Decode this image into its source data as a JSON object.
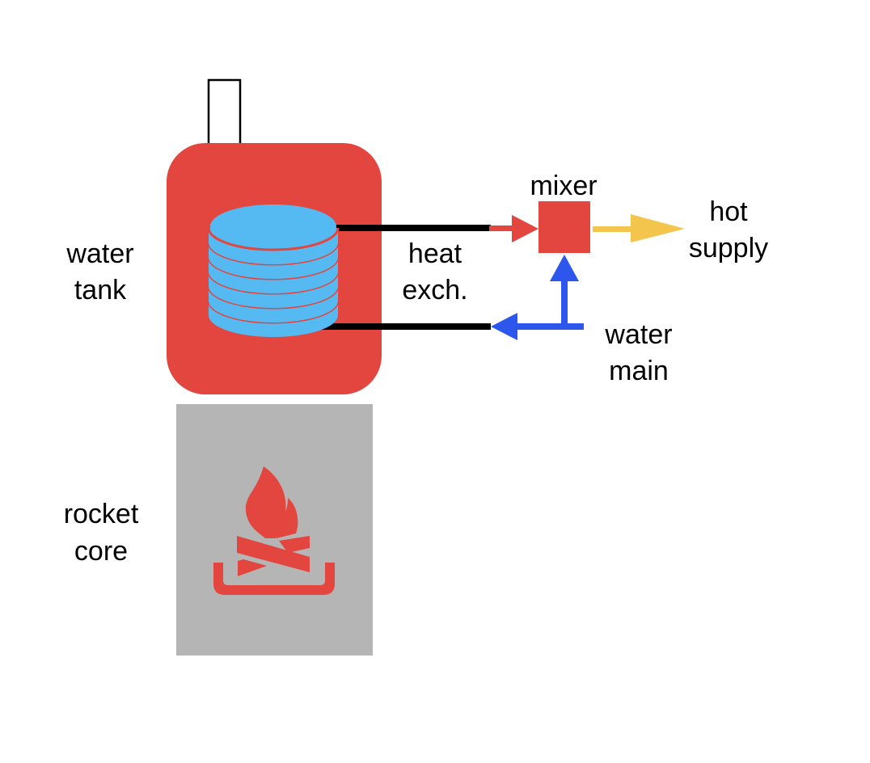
{
  "diagram": {
    "type": "rocket stove water heater schematic",
    "colors": {
      "tank": "#E3463E",
      "coil": "#55B9F2",
      "core": "#B5B5B5",
      "fire": "#E3463E",
      "hot_line": "#E3463E",
      "cold_line": "#2D57EC",
      "supply_line": "#F4C54C",
      "pipe": "#000000",
      "mixer": "#E3463E"
    },
    "labels": {
      "water_tank": [
        "water",
        "tank"
      ],
      "heat_exchanger": [
        "heat",
        "exch."
      ],
      "mixer": "mixer",
      "hot_supply": [
        "hot",
        "supply"
      ],
      "water_main": [
        "water",
        "main"
      ],
      "rocket_core": [
        "rocket",
        "core"
      ]
    },
    "icons": {
      "fire": "campfire-icon",
      "coil": "coil-stack-icon",
      "chimney": "chimney-icon"
    },
    "coil_turns": 6
  }
}
